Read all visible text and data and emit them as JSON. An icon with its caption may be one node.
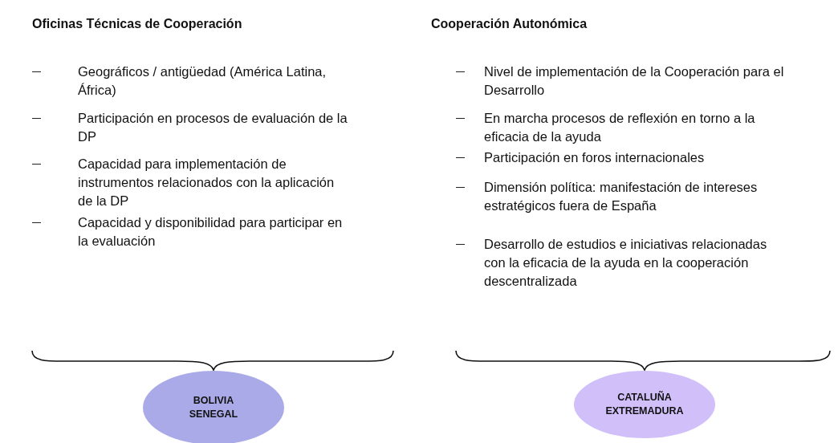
{
  "diagram": {
    "nodes": [
      {
        "text": [
          "BOLIVIA SENEGAL"
        ]
      },
      {
        "text": [
          "CATALUÑA EXTREMADURA"
        ]
      }
    ],
    "labels": [
      "Oficinas Técnicas de Cooperación",
      "Geográficos / antigüedad (América Latina, África)",
      "Participación en procesos de evaluación de la DP",
      "Capacidad para implementación de instrumentos relacionados con la aplicación de la DP",
      "Capacidad y disponibilidad para participar en la evaluación",
      "Cooperación Autonómica",
      "Nivel de implementación de la Cooperación para el Desarrollo",
      "En marcha procesos de reflexión en torno a la eficacia de la ayuda",
      "Participación en foros internacionales",
      "Dimensión política: manifestación de intereses estratégicos fuera de España",
      "Desarrollo de estudios e iniciativas relacionadas con la eficacia de la ayuda en la cooperación descentralizada"
    ]
  }
}
